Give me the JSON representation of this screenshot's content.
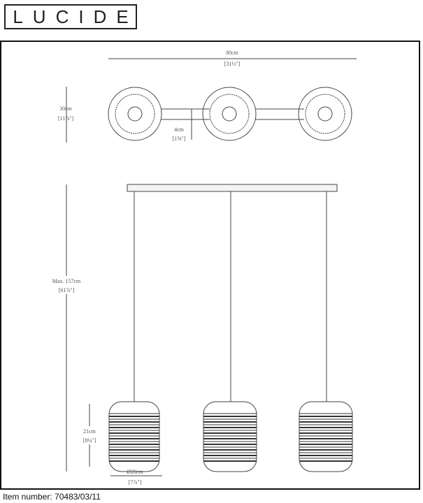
{
  "brand": "LUCIDE",
  "dimensions": {
    "width_cm": "80cm",
    "width_in": "[31½\"]",
    "depth_cm": "30cm",
    "depth_in": "[11⅞\"]",
    "bar_cm": "4cm",
    "bar_in": "[1⅝\"]",
    "height_cm": "Max. 157cm",
    "height_in": "[61⅞\"]",
    "shade_h_cm": "21cm",
    "shade_h_in": "[8¼\"]",
    "shade_d_cm": "Ø20cm",
    "shade_d_in": "[7⅞\"]"
  },
  "footer": {
    "label": "Item number:",
    "value": "70483/03/11"
  }
}
